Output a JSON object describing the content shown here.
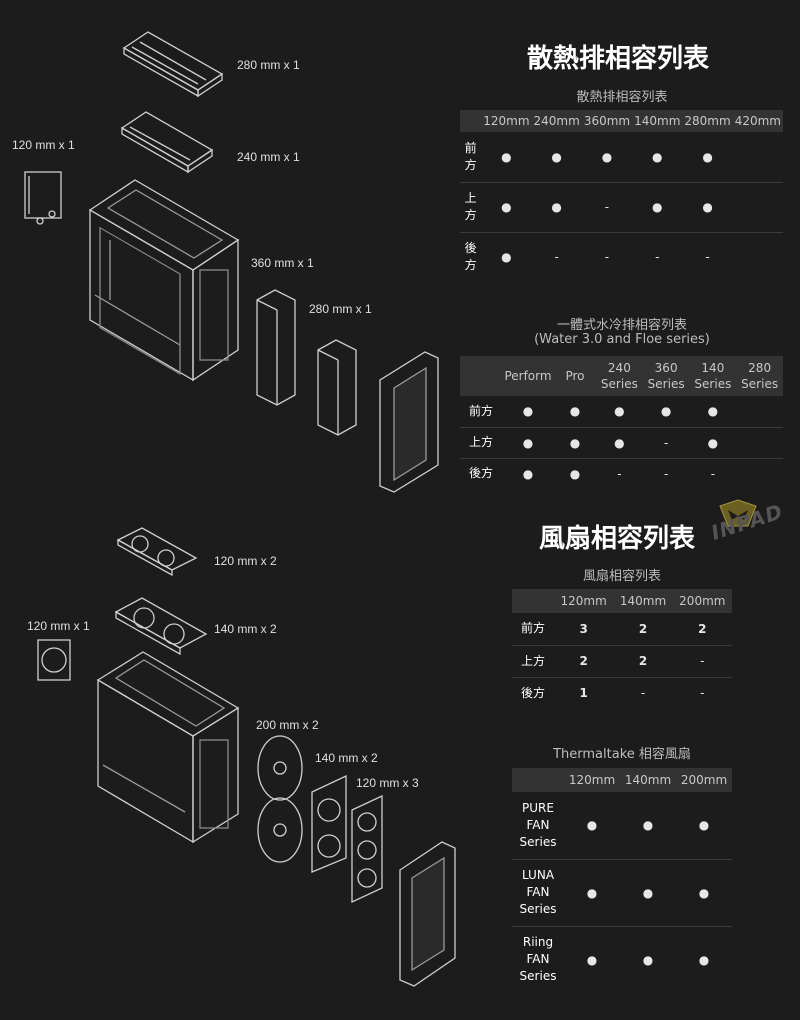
{
  "radiator_labels": {
    "top_280": "280 mm x 1",
    "top_240": "240 mm x 1",
    "rear_120": "120 mm x 1",
    "front_360": "360 mm x 1",
    "front_280": "280 mm x 1"
  },
  "fan_labels": {
    "top_120": "120 mm x 2",
    "top_140": "140 mm x 2",
    "rear_120": "120 mm x 1",
    "front_200": "200 mm x 2",
    "front_140": "140 mm x 2",
    "front_120": "120 mm x 3"
  },
  "radiator_section": {
    "title": "散熱排相容列表",
    "table_caption": "散熱排相容列表",
    "columns": [
      "120mm",
      "240mm",
      "360mm",
      "140mm",
      "280mm",
      "420mm"
    ],
    "rows": [
      {
        "label": "前方",
        "cells": [
          "●",
          "●",
          "●",
          "●",
          "●",
          ""
        ]
      },
      {
        "label": "上方",
        "cells": [
          "●",
          "●",
          "-",
          "●",
          "●",
          ""
        ]
      },
      {
        "label": "後方",
        "cells": [
          "●",
          "-",
          "-",
          "-",
          "-",
          ""
        ]
      }
    ]
  },
  "aio_section": {
    "caption_line1": "一體式水冷排相容列表",
    "caption_line2": "(Water 3.0 and Floe series)",
    "columns": [
      "Perform",
      "Pro",
      "240 Series",
      "360 Series",
      "140 Series",
      "280 Series"
    ],
    "rows": [
      {
        "label": "前方",
        "cells": [
          "●",
          "●",
          "●",
          "●",
          "●",
          ""
        ]
      },
      {
        "label": "上方",
        "cells": [
          "●",
          "●",
          "●",
          "-",
          "●",
          ""
        ]
      },
      {
        "label": "後方",
        "cells": [
          "●",
          "●",
          "-",
          "-",
          "-",
          ""
        ]
      }
    ]
  },
  "logo": {
    "text": "INPAD",
    "accent": "#8a7a2a"
  },
  "fan_section": {
    "title": "風扇相容列表",
    "table_caption": "風扇相容列表",
    "columns": [
      "120mm",
      "140mm",
      "200mm"
    ],
    "rows": [
      {
        "label": "前方",
        "cells": [
          "3",
          "2",
          "2"
        ]
      },
      {
        "label": "上方",
        "cells": [
          "2",
          "2",
          "-"
        ]
      },
      {
        "label": "後方",
        "cells": [
          "1",
          "-",
          "-"
        ]
      }
    ]
  },
  "tt_section": {
    "caption": "Thermaltake 相容風扇",
    "columns": [
      "120mm",
      "140mm",
      "200mm"
    ],
    "rows": [
      {
        "label": "PURE FAN Series",
        "lines": [
          "PURE",
          "FAN",
          "Series"
        ],
        "cells": [
          "●",
          "●",
          "●"
        ]
      },
      {
        "label": "LUNA FAN Series",
        "lines": [
          "LUNA",
          "FAN",
          "Series"
        ],
        "cells": [
          "●",
          "●",
          "●"
        ]
      },
      {
        "label": "Riing FAN Series",
        "lines": [
          "Riing",
          "FAN",
          "Series"
        ],
        "cells": [
          "●",
          "●",
          "●"
        ]
      }
    ]
  },
  "colors": {
    "background": "#1c1c1c",
    "header_bg": "#333333",
    "text": "#ffffff"
  }
}
